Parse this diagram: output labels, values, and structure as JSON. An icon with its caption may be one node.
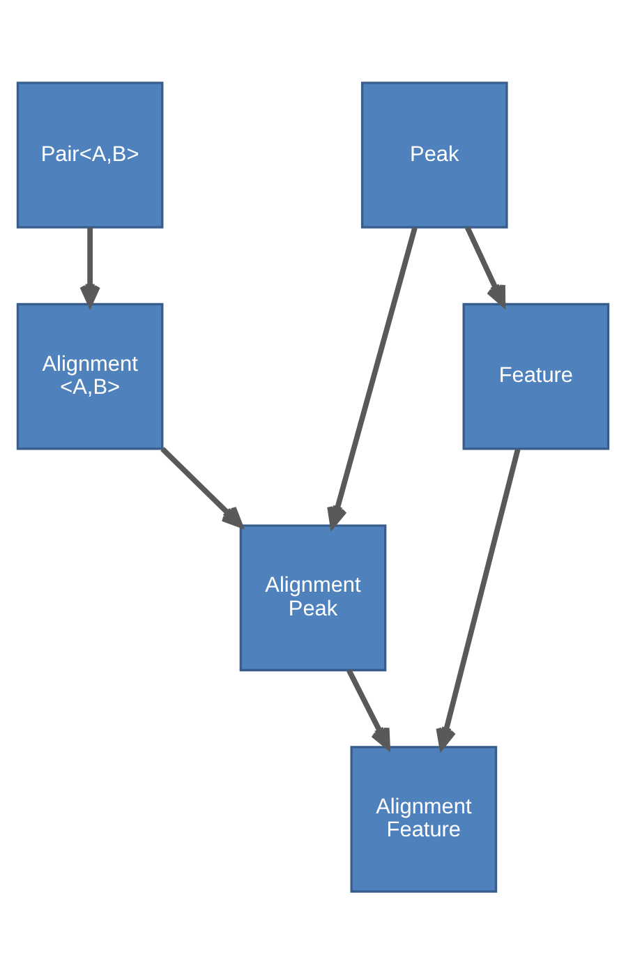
{
  "diagram": {
    "nodes": [
      {
        "text": [
          "Pair<A,B>"
        ]
      },
      {
        "text": [
          "Peak"
        ]
      },
      {
        "text": [
          "Alignment <A,B>"
        ]
      },
      {
        "text": [
          "Feature"
        ]
      },
      {
        "text": [
          "Alignment Peak"
        ]
      },
      {
        "text": [
          "Alignment Feature"
        ]
      }
    ],
    "edges": [
      {
        "from": 0,
        "to": 2,
        "arrow": "to"
      },
      {
        "from": 1,
        "to": 3,
        "arrow": "to"
      },
      {
        "from": 1,
        "to": 4,
        "arrow": "to"
      },
      {
        "from": 2,
        "to": 4,
        "arrow": "to"
      },
      {
        "from": 4,
        "to": 5,
        "arrow": "to"
      },
      {
        "from": 3,
        "to": 5,
        "arrow": "to"
      }
    ]
  }
}
